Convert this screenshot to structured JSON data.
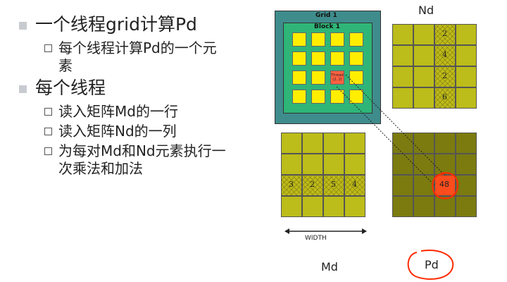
{
  "bullets": [
    {
      "text": "一个线程grid计算Pd",
      "subs": [
        {
          "lines": [
            "每个线程计算Pd的一个元",
            "素"
          ]
        }
      ]
    },
    {
      "text": "每个线程",
      "subs": [
        {
          "lines": [
            "读入矩阵Md的一行"
          ]
        },
        {
          "lines": [
            "读入矩阵Nd的一列"
          ]
        },
        {
          "lines": [
            "为每对Md和Nd元素执行一",
            "次乘法和加法"
          ]
        }
      ]
    }
  ],
  "diagram": {
    "grid_label": "Grid 1",
    "block_label": "Block 1",
    "thread_label_line1": "Thread",
    "thread_label_line2": "(2, 2)",
    "nd_label": "Nd",
    "md_label": "Md",
    "pd_label": "Pd",
    "width_label": "WIDTH",
    "nd_column_values": [
      "2",
      "4",
      "2",
      "6"
    ],
    "md_row_values": [
      "3",
      "2",
      "5",
      "4"
    ],
    "pd_value": "48"
  },
  "colors": {
    "grid": "#3f8c8c",
    "block": "#2fb578",
    "thread": "#ffee00",
    "thread_selected": "#ff6040",
    "matrix_light": "#bcbc1a",
    "matrix_dark": "#7b7b10",
    "annotation_red": "#ff2a00"
  }
}
